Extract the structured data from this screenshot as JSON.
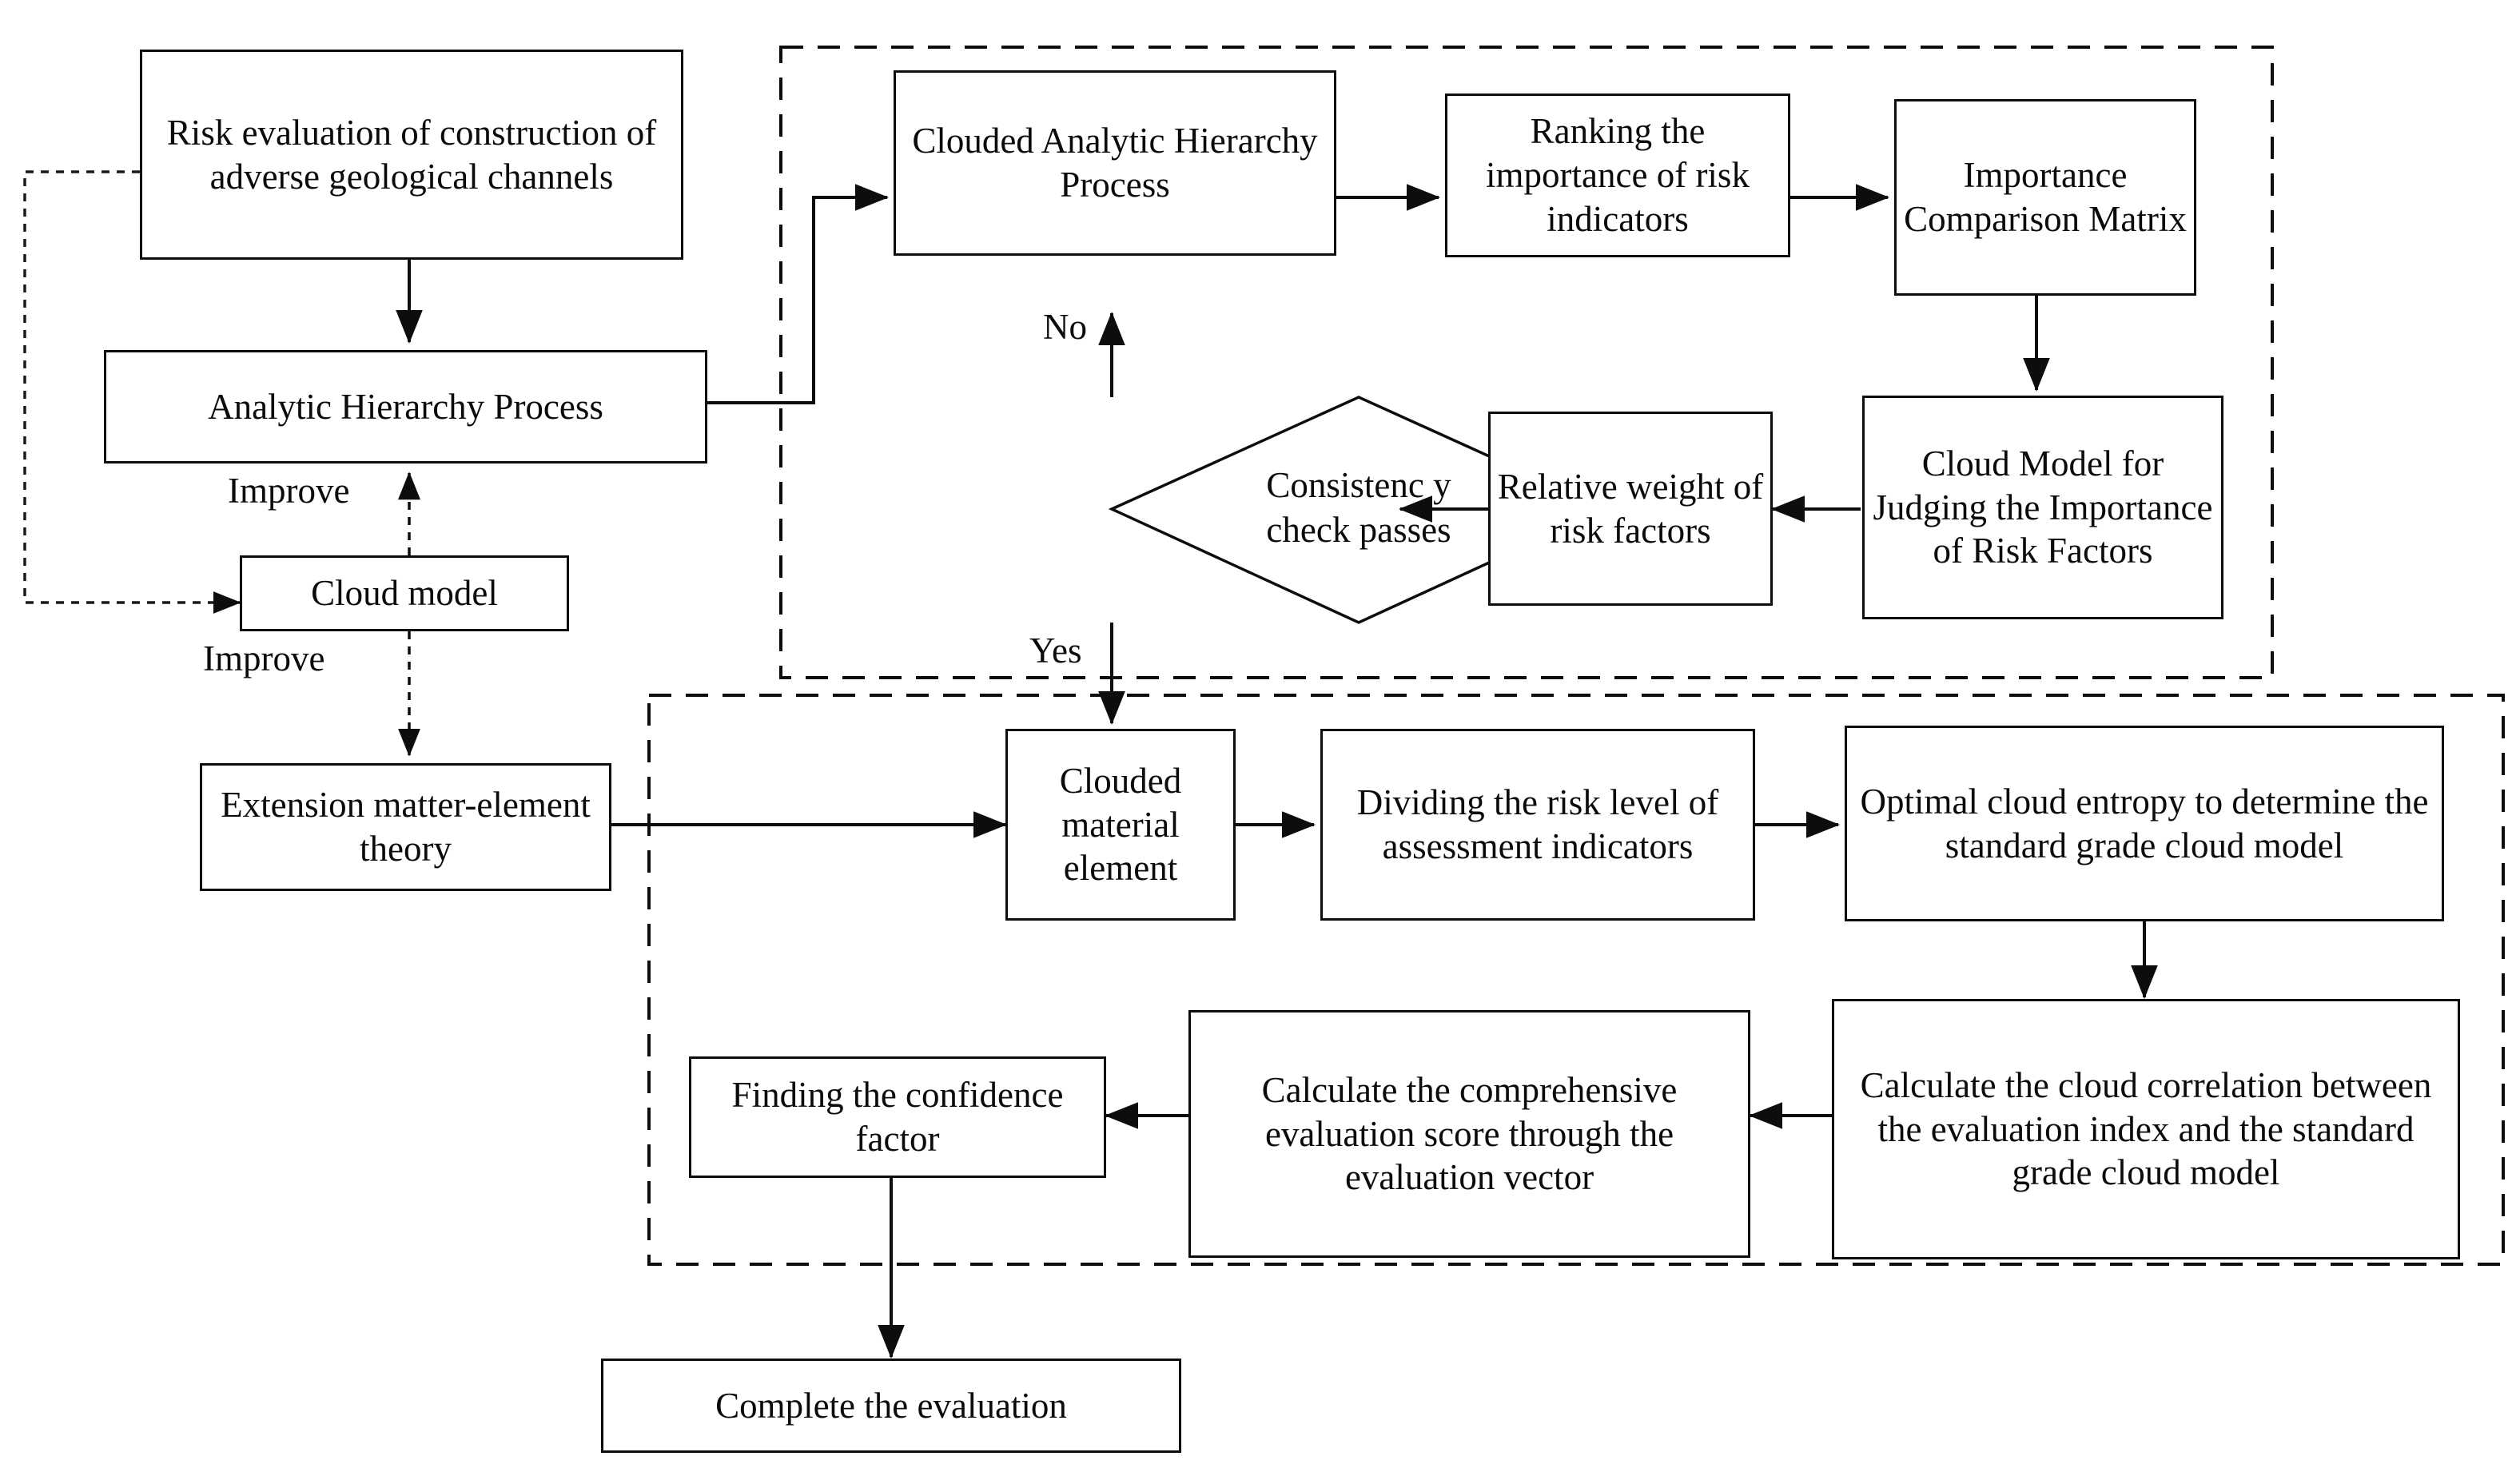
{
  "diagram": {
    "title": "Risk evaluation flowchart for construction of adverse geological channels",
    "nodes": {
      "risk_evaluation": "Risk evaluation of construction of adverse geological channels",
      "ahp": "Analytic Hierarchy Process",
      "cloud_model": "Cloud model",
      "extension_matter": "Extension matter-element theory",
      "clouded_ahp": "Clouded Analytic Hierarchy Process",
      "ranking_importance": "Ranking the importance of risk indicators",
      "importance_matrix": "Importance Comparison Matrix",
      "cloud_model_judging": "Cloud Model for Judging the Importance of Risk Factors",
      "relative_weight": "Relative weight of risk factors",
      "consistency_check": "Consistenc y check passes",
      "clouded_material": "Clouded material element",
      "dividing_risk": "Dividing the risk level of assessment indicators",
      "optimal_entropy": "Optimal cloud entropy to determine the standard grade cloud model",
      "calculate_correlation": "Calculate the cloud correlation between the evaluation index and the standard grade cloud model",
      "calculate_score": "Calculate the comprehensive evaluation score through the evaluation vector",
      "confidence_factor": "Finding the confidence factor",
      "complete_evaluation": "Complete the evaluation"
    },
    "edge_labels": {
      "improve_up": "Improve",
      "improve_down": "Improve",
      "decision_no": "No",
      "decision_yes": "Yes"
    },
    "colors": {
      "stroke": "#0d0d0d",
      "background": "#ffffff",
      "text": "#0b0b0b"
    }
  }
}
